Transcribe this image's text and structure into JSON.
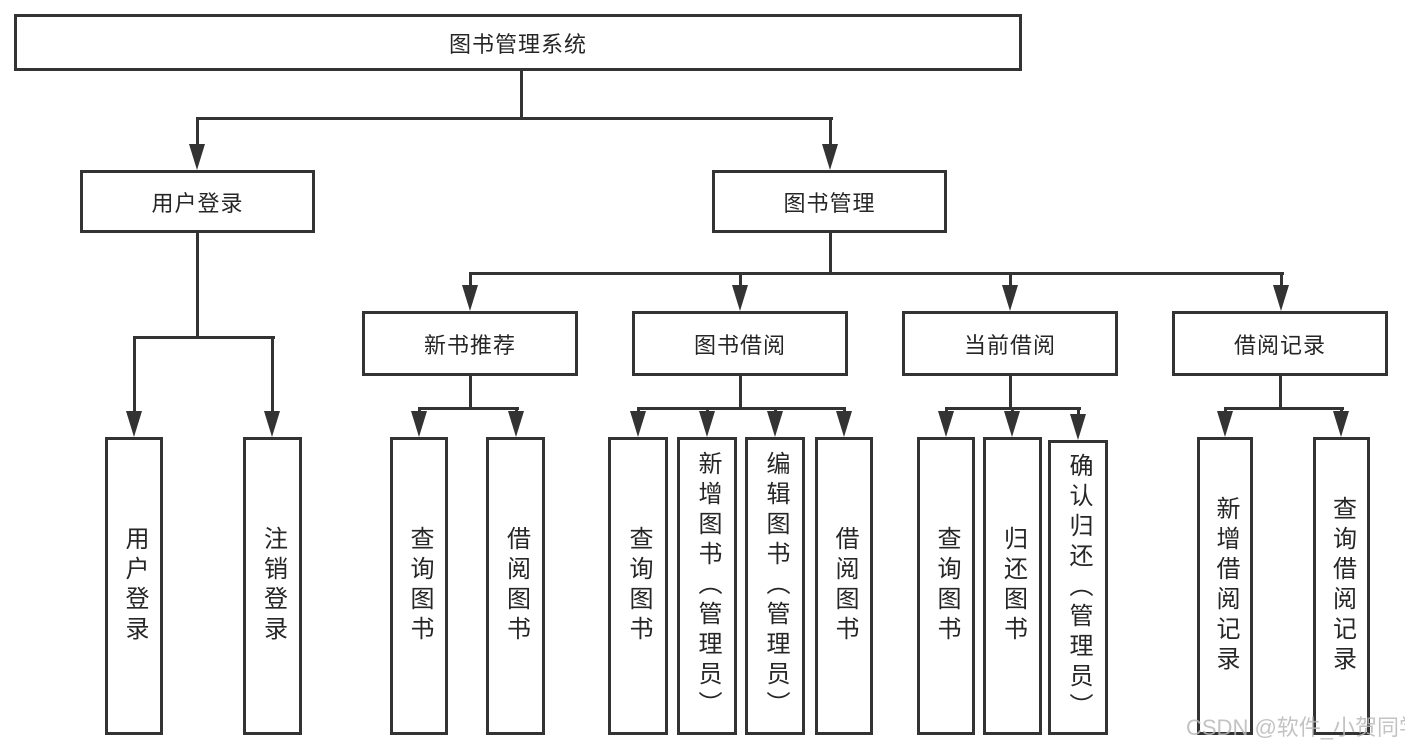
{
  "tree": {
    "label": "图书管理系统",
    "children": [
      {
        "label": "用户登录",
        "children": [
          {
            "label": "用户登录"
          },
          {
            "label": "注销登录"
          }
        ]
      },
      {
        "label": "图书管理",
        "children": [
          {
            "label": "新书推荐",
            "children": [
              {
                "label": "查询图书"
              },
              {
                "label": "借阅图书"
              }
            ]
          },
          {
            "label": "图书借阅",
            "children": [
              {
                "label": "查询图书"
              },
              {
                "label": "新增图书（管理员）"
              },
              {
                "label": "编辑图书（管理员）"
              },
              {
                "label": "借阅图书"
              }
            ]
          },
          {
            "label": "当前借阅",
            "children": [
              {
                "label": "查询图书"
              },
              {
                "label": "归还图书"
              },
              {
                "label": "确认归还（管理员）"
              }
            ]
          },
          {
            "label": "借阅记录",
            "children": [
              {
                "label": "新增借阅记录"
              },
              {
                "label": "查询借阅记录"
              }
            ]
          }
        ]
      }
    ]
  },
  "watermark": {
    "text": "CSDN @软件_小贺同学"
  },
  "colors": {
    "line": "#333333",
    "text": "#262626",
    "box_background": "#ffffff",
    "page_background": "#ffffff",
    "watermark": "#b9b9b9"
  }
}
